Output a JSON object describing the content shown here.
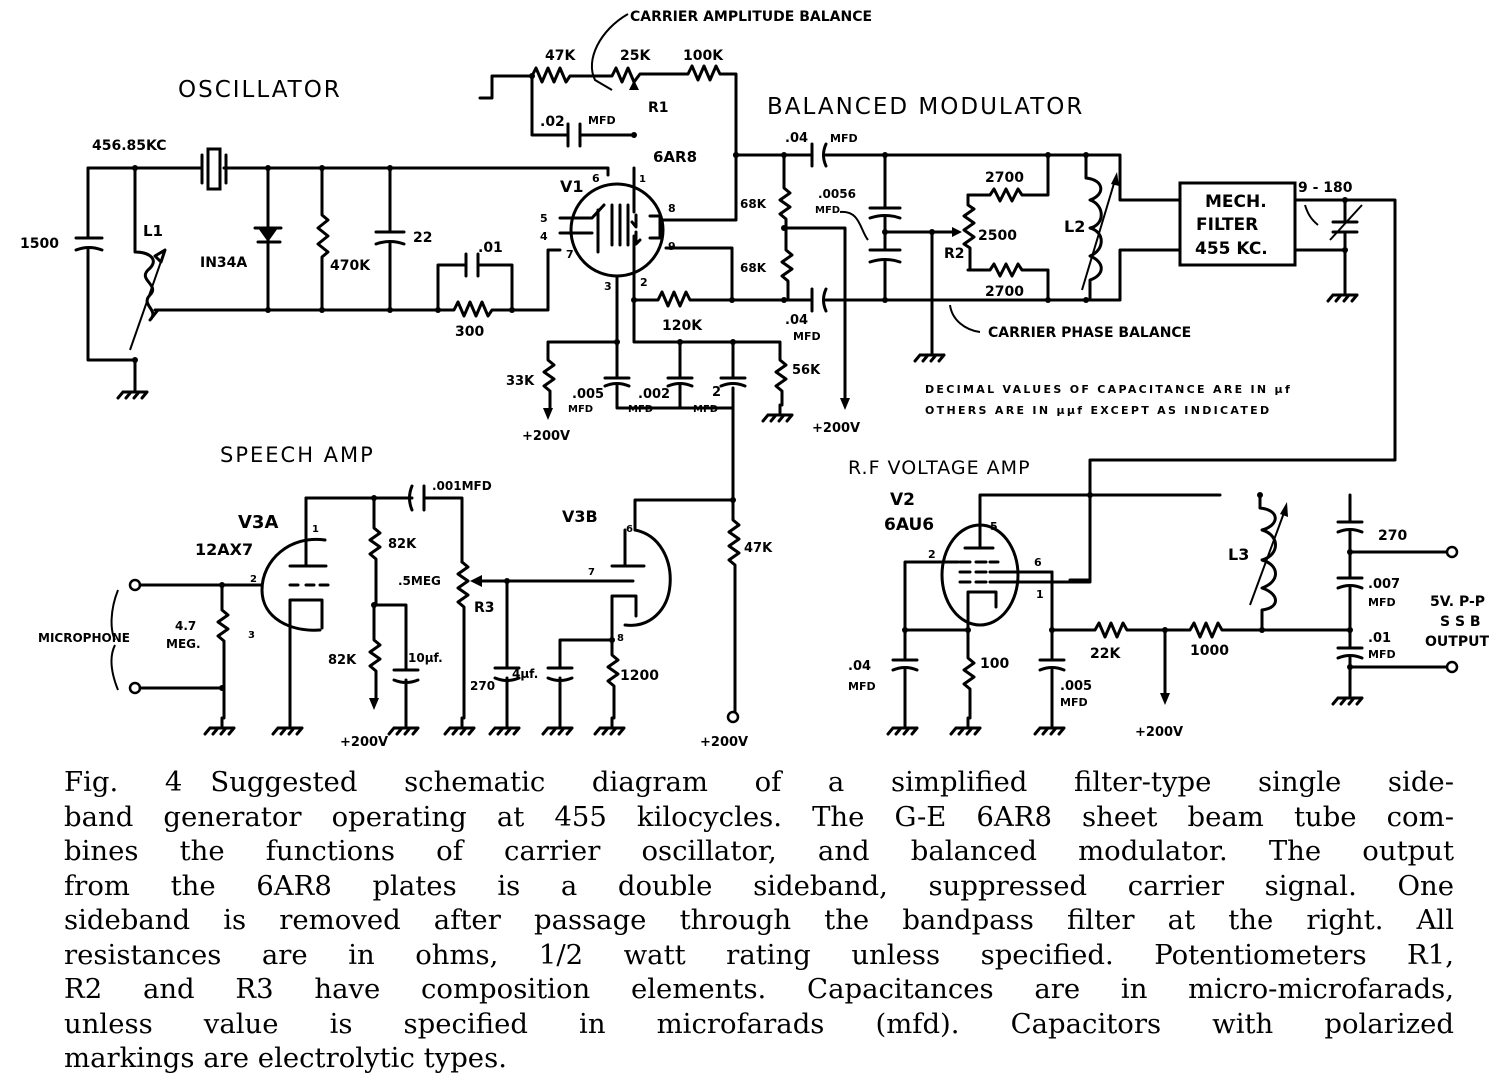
{
  "sections": {
    "oscillator": "OSCILLATOR",
    "balanced_modulator": "BALANCED MODULATOR",
    "speech_amp": "SPEECH AMP",
    "rf_voltage_amp": "R.F VOLTAGE AMP"
  },
  "annotations": {
    "carrier_amplitude_balance": "CARRIER AMPLITUDE BALANCE",
    "carrier_phase_balance": "CARRIER PHASE BALANCE",
    "note_line1": "DECIMAL VALUES OF CAPACITANCE ARE IN µf",
    "note_line2": "OTHERS ARE IN µµf EXCEPT AS INDICATED",
    "output_line1": "5V. P-P",
    "output_line2": "S S B",
    "output_line3": "OUTPUT",
    "microphone": "MICROPHONE"
  },
  "tubes": {
    "v1": "V1",
    "v1_type": "6AR8",
    "v2": "V2",
    "v2_type": "6AU6",
    "v3a": "V3A",
    "v3a_type": "12AX7",
    "v3b": "V3B"
  },
  "components": {
    "crystal_freq": "456.85KC",
    "c_1500": "1500",
    "l1": "L1",
    "diode": "IN34A",
    "r_470k": "470K",
    "c_22": "22",
    "c_01": ".01",
    "r_300": "300",
    "r_47k_top": "47K",
    "r_25k": "25K",
    "r_100k": "100K",
    "r1": "R1",
    "c_02": ".02",
    "mfd": "MFD",
    "c_04_top": ".04",
    "c_04_bot": ".04",
    "r_68k_a": "68K",
    "r_68k_b": "68K",
    "c_0056": ".0056",
    "r_120k": "120K",
    "r_33k": "33K",
    "c_005": ".005",
    "c_002": ".002",
    "c_2": "2",
    "r_56k": "56K",
    "r_2700_a": "2700",
    "r_2500": "2500",
    "r_2700_b": "2700",
    "r2": "R2",
    "l2": "L2",
    "filter_line1": "MECH.",
    "filter_line2": "FILTER",
    "filter_line3": "455 KC.",
    "c_9_180": "9 - 180",
    "c_001mfd": ".001MFD",
    "r_82k_a": "82K",
    "r_82k_b": "82K",
    "c_10uf": "10µf.",
    "r_5meg": ".5MEG",
    "r3": "R3",
    "r_4_7meg_1": "4.7",
    "r_4_7meg_2": "MEG.",
    "c_270_speech": "270",
    "c_4uf": "4µf.",
    "r_1200": "1200",
    "r_47k_plate": "47K",
    "c_04_rf": ".04",
    "r_100": "100",
    "c_005_rf": ".005",
    "r_22k": "22K",
    "r_1000": "1000",
    "l3": "L3",
    "c_270_rf": "270",
    "c_007": ".007",
    "c_01_rf": ".01",
    "b_plus": "+200V"
  },
  "pins": {
    "v1": [
      "6",
      "5",
      "4",
      "7",
      "3",
      "2",
      "1",
      "8",
      "9"
    ],
    "v3a": [
      "1",
      "2",
      "3"
    ],
    "v3b": [
      "6",
      "7",
      "8"
    ],
    "v2": [
      "5",
      "2",
      "6",
      "1"
    ]
  },
  "caption": {
    "fig": "Fig. 4",
    "lines": [
      "Suggested schematic diagram of a simplified filter-type single side-",
      "band generator operating at 455 kilocycles. The G-E 6AR8 sheet beam tube com-",
      "bines the functions of carrier oscillator, and balanced modulator. The output",
      "from the 6AR8 plates is a double sideband, suppressed carrier signal. One",
      "sideband is removed after passage through the bandpass filter at the right. All",
      "resistances are in ohms, 1/2 watt rating unless specified. Potentiometers R1,",
      "R2 and R3 have composition elements. Capacitances are in micro-microfarads,",
      "unless value is specified in microfarads (mfd). Capacitors with polarized",
      "markings are electrolytic types."
    ]
  }
}
